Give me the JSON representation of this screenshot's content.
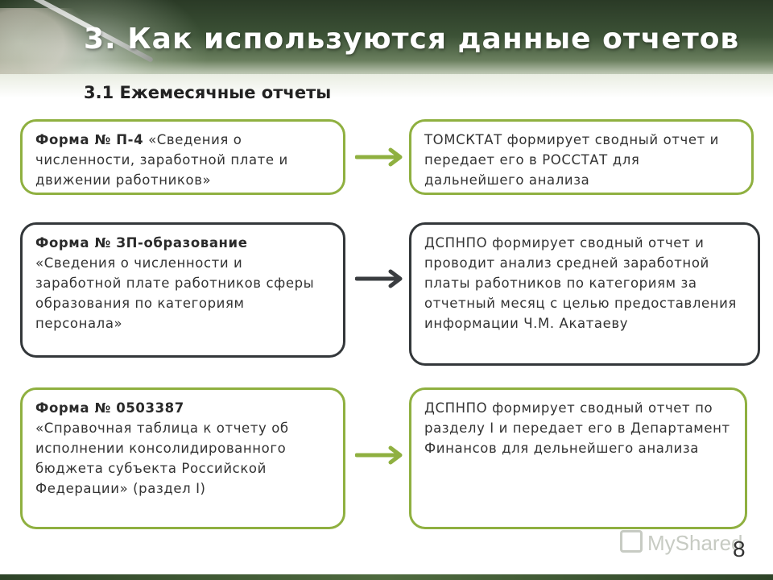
{
  "slide": {
    "title": "3. Как используются данные отчетов",
    "subtitle": "3.1 Ежемесячные отчеты",
    "page_number": "8",
    "logo_text": "MyShared"
  },
  "rows": [
    {
      "left_bold": "Форма № П-4",
      "left_text": " «Сведения о численности, заработной плате и движении работников»",
      "right_text": "ТОМСКТАТ формирует сводный отчет и передает его в РОССТАТ для дальнейшего анализа",
      "style": "green"
    },
    {
      "left_bold": "Форма № ЗП-образование",
      "left_text": "«Сведения о численности и заработной плате работников сферы образования по категориям персонала»",
      "right_text": "ДСПНПО формирует сводный отчет и проводит анализ средней заработной платы работников по категориям за отчетный месяц с целью предоставления информации Ч.М. Акатаеву",
      "style": "dark"
    },
    {
      "left_bold": "Форма № 0503387",
      "left_text": "«Справочная таблица к отчету об исполнении консолидированного бюджета субъекта Российской Федерации» (раздел I)",
      "right_text": "ДСПНПО формирует сводный отчет по разделу I и передает его в Департамент Финансов для дельнейшего анализа",
      "style": "green"
    }
  ],
  "colors": {
    "green_border": "#8fb040",
    "dark_border": "#33373a",
    "arrow_green": "#8fb040",
    "arrow_dark": "#3a3d40"
  }
}
